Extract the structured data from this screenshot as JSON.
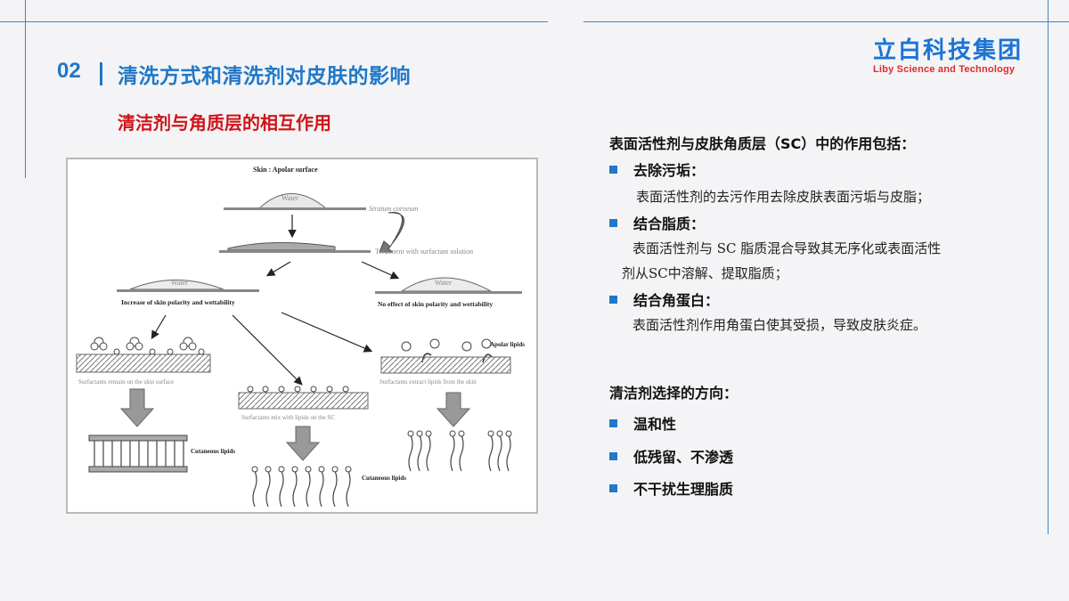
{
  "header": {
    "section_number": "02",
    "section_title": "清洗方式和清洗剂对皮肤的影响"
  },
  "logo": {
    "name_cn": "立白科技集团",
    "name_en": "Liby Science and Technology"
  },
  "subtitle": "清洁剂与角质层的相互作用",
  "diagram": {
    "top_label": "Skin : Apolar surface",
    "water_label": "Water",
    "stratum_corneum": "Stratum corneum",
    "treatment": "Treatment with surfactant solution",
    "water_left": "Water",
    "water_right": "Water",
    "increase": "Increase of skin polarity and wettability",
    "no_effect": "No effect of skin polarity and wettability",
    "apolar_lipids": "Apolar lipids",
    "remain": "Surfactants remain on the skin surface",
    "extract": "Surfactants extract lipids from the skin",
    "mix": "Surfactants mix with lipids on the SC",
    "cutaneous_left": "Cutaneous lipids",
    "cutaneous_mid": "Cutaneous lipids"
  },
  "right_panel": {
    "heading": "表面活性剂与皮肤角质层（SC）中的作用包括：",
    "items": [
      {
        "title": "去除污垢：",
        "desc_lines": [
          "表面活性剂的去污作用去除皮肤表面污垢与皮脂；"
        ]
      },
      {
        "title": "结合脂质：",
        "desc_lines": [
          "表面活性剂与 SC 脂质混合导致其无序化或表面活性",
          "剂从SC中溶解、提取脂质；"
        ]
      },
      {
        "title": "结合角蛋白：",
        "desc_lines": [
          "表面活性剂作用角蛋白使其受损，导致皮肤炎症。"
        ]
      }
    ],
    "direction_heading": "清洁剂选择的方向：",
    "directions": [
      "温和性",
      "低残留、不渗透",
      "不干扰生理脂质"
    ]
  },
  "colors": {
    "accent_blue": "#1f78c8",
    "subtitle_red": "#d0141a",
    "logo_blue": "#1b73d6",
    "logo_red": "#e02a2a"
  }
}
